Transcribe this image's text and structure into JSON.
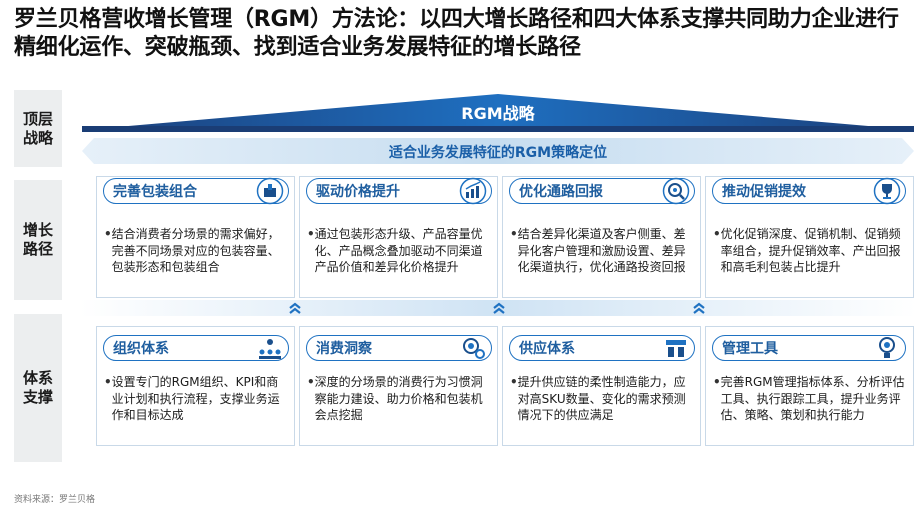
{
  "title": "罗兰贝格营收增长管理（RGM）方法论：以四大增长路径和四大体系支撑共同助力企业进行精细化运作、突破瓶颈、找到适合业务发展特征的增长路径",
  "side_labels": {
    "top": "顶层战略",
    "mid": "增长路径",
    "bot": "体系支撑"
  },
  "roof_label": "RGM战略",
  "banner_label": "适合业务发展特征的RGM策略定位",
  "growth_paths": [
    {
      "title": "完善包装组合",
      "icon": "package-icon",
      "text": "结合消费者分场景的需求偏好，完善不同场景对应的包装容量、包装形态和包装组合"
    },
    {
      "title": "驱动价格提升",
      "icon": "price-chart-icon",
      "text": "通过包装形态升级、产品容量优化、产品概念叠加驱动不同渠道产品价值和差异化价格提升"
    },
    {
      "title": "优化通路回报",
      "icon": "channel-return-icon",
      "text": "结合差异化渠道及客户侧重、差异化客户管理和激励设置、差异化渠道执行，优化通路投资回报"
    },
    {
      "title": "推动促销提效",
      "icon": "trophy-icon",
      "text": "优化促销深度、促销机制、促销频率组合，提升促销效率、产出回报和高毛利包装占比提升"
    }
  ],
  "support_systems": [
    {
      "title": "组织体系",
      "icon": "organization-icon",
      "text": "设置专门的RGM组织、KPI和商业计划和执行流程，支撑业务运作和目标达成"
    },
    {
      "title": "消费洞察",
      "icon": "insight-gear-icon",
      "text": "深度的分场景的消费行为习惯洞察能力建设、助力价格和包装机会点挖掘"
    },
    {
      "title": "供应体系",
      "icon": "supply-icon",
      "text": "提升供应链的柔性制造能力，应对高SKU数量、变化的需求预测情况下的供应满足"
    },
    {
      "title": "管理工具",
      "icon": "tool-bulb-icon",
      "text": "完善RGM管理指标体系、分析评估工具、执行跟踪工具，提升业务评估、策略、策划和执行能力"
    }
  ],
  "source": "资料来源：罗兰贝格",
  "colors": {
    "primary_blue": "#1f72c2",
    "dark_blue": "#1a4f8c",
    "light_band": "#dbeaf6",
    "side_bg": "#eceeef"
  }
}
